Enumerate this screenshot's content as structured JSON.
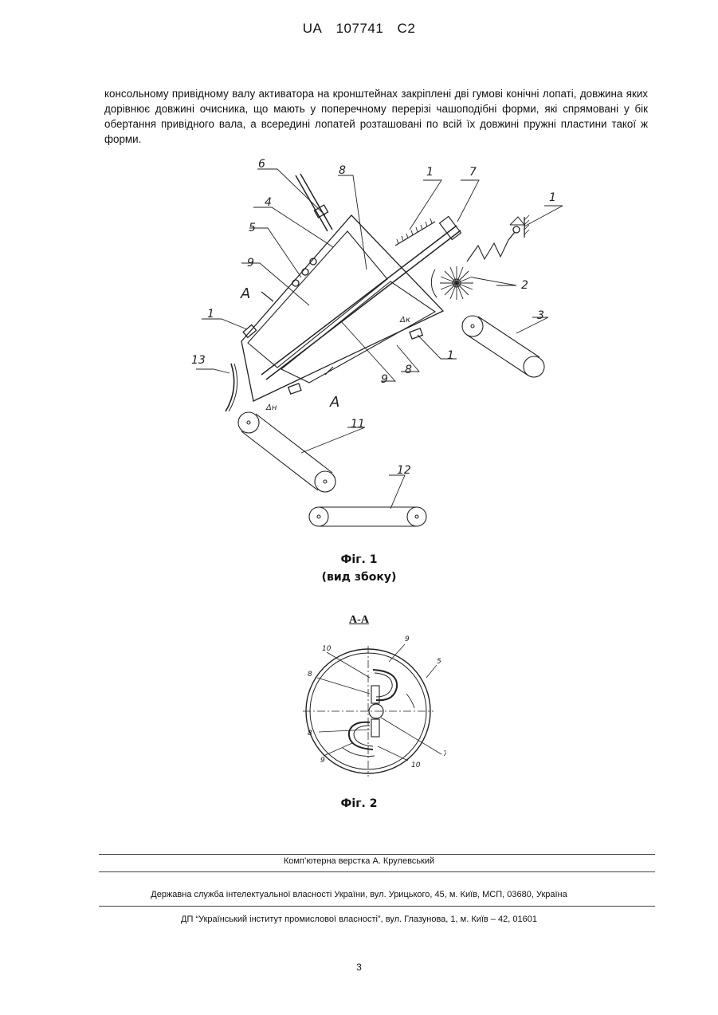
{
  "header": {
    "office": "UA",
    "number": "107741",
    "kind": "C2"
  },
  "body_text": "консольному привідному валу активатора на кронштейнах закріплені дві гумові конічні лопаті, довжина яких дорівнює довжині очисника, що мають у поперечному перерізі чашоподібні форми, які спрямовані у бік обертання привідного вала, а всередині лопатей розташовані по всій їх довжині пружні пластини такої ж форми.",
  "figure1": {
    "caption": "Фіг. 1",
    "subcaption": "(вид збоку)",
    "labels": {
      "l6": "6",
      "l8a": "8",
      "l1a": "1",
      "l7": "7",
      "l1b": "1",
      "l4": "4",
      "l5": "5",
      "l9a": "9",
      "lA1": "А",
      "l2": "2",
      "l1c": "1",
      "l3": "3",
      "l1d": "1",
      "l13": "13",
      "l9b": "9",
      "l8b": "8",
      "lA2": "А",
      "l11": "11",
      "l12": "12",
      "d1": "Δн",
      "d2": "Δк"
    }
  },
  "figure2": {
    "section": "А-А",
    "caption": "Фіг. 2",
    "labels": {
      "l10a": "10",
      "l9a": "9",
      "l5": "5",
      "l8a": "8",
      "l8b": "8",
      "l7": "7",
      "l9b": "9",
      "l10b": "10"
    }
  },
  "footer": {
    "typesetting": "Комп’ютерна верстка А. Крулевський",
    "agency": "Державна служба інтелектуальної власності України, вул. Урицького, 45, м. Київ, МСП, 03680, Україна",
    "institute": "ДП “Український інститут промислової власності”, вул. Глазунова, 1, м. Київ – 42, 01601"
  },
  "page_number": "3"
}
